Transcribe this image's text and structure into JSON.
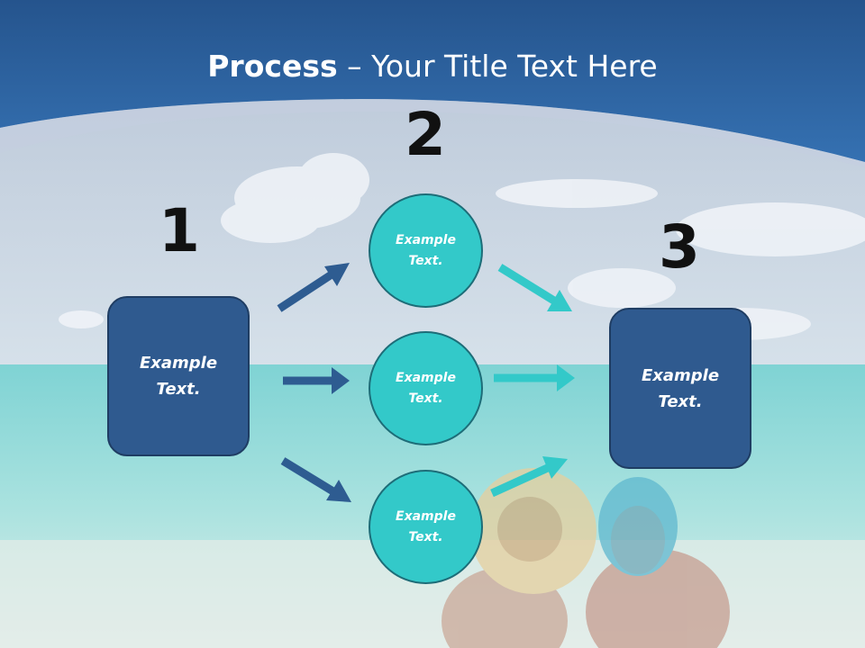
{
  "slide": {
    "title_bold": "Process",
    "title_rest": " – Your Title Text Here",
    "steps": [
      {
        "number": "1",
        "text": "Example\nText."
      },
      {
        "number": "2",
        "items": [
          "Example\nText.",
          "Example\nText.",
          "Example\nText."
        ]
      },
      {
        "number": "3",
        "text": "Example\nText."
      }
    ]
  },
  "colors": {
    "header_blue": "#2d65a5",
    "box_fill": "#2f5a8f",
    "circle_fill": "#33c9c9",
    "arrow_dark": "#2e5c91",
    "arrow_teal": "#33c9c9"
  }
}
